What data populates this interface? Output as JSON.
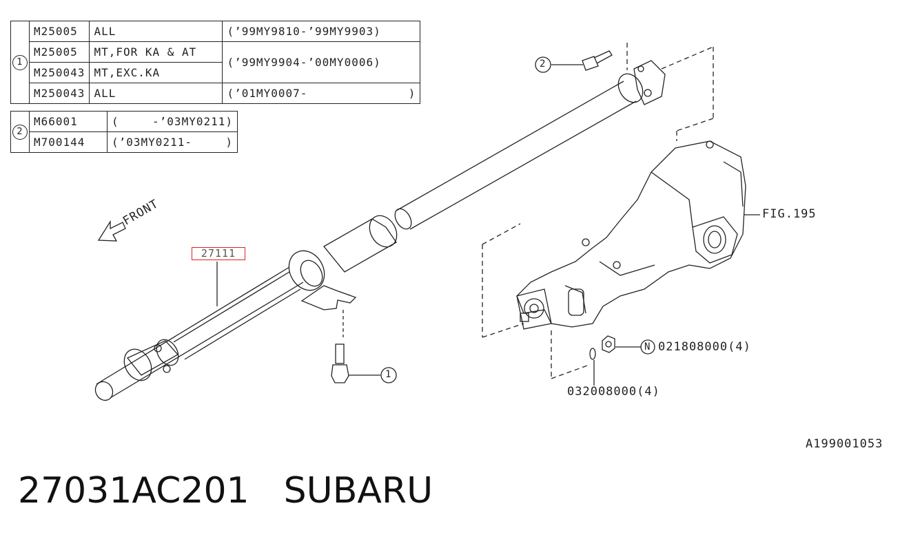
{
  "table1": {
    "callout": "1",
    "rows": [
      {
        "part": "M25005",
        "applicability": "ALL",
        "period_open": "(’99MY9810-’99MY9903)",
        "period_close": ""
      },
      {
        "part": "M25005",
        "applicability": "MT,FOR KA & AT",
        "period_open": "(’99MY9904-’00MY0006)",
        "period_close": ""
      },
      {
        "part": "M250043",
        "applicability": "MT,EXC.KA"
      },
      {
        "part": "M250043",
        "applicability": "ALL",
        "period_open": "(’01MY0007-",
        "period_close": ")"
      }
    ]
  },
  "table2": {
    "callout": "2",
    "rows": [
      {
        "part": "M66001",
        "period_open": "(",
        "period_close": "-’03MY0211)"
      },
      {
        "part": "M700144",
        "period_open": "(’03MY0211-",
        "period_close": ")"
      }
    ]
  },
  "labels": {
    "front": "FRONT",
    "highlighted_part": "27111",
    "fig_ref": "FIG.195",
    "nut_callout": "N",
    "nut_part": "021808000(4)",
    "washer_part": "032008000(4)",
    "callout_bolt_top": "2",
    "callout_bolt_bottom": "1",
    "drawing_no": "A199001053"
  },
  "footer": {
    "part_number": "27031AC201",
    "brand": "SUBARU"
  }
}
